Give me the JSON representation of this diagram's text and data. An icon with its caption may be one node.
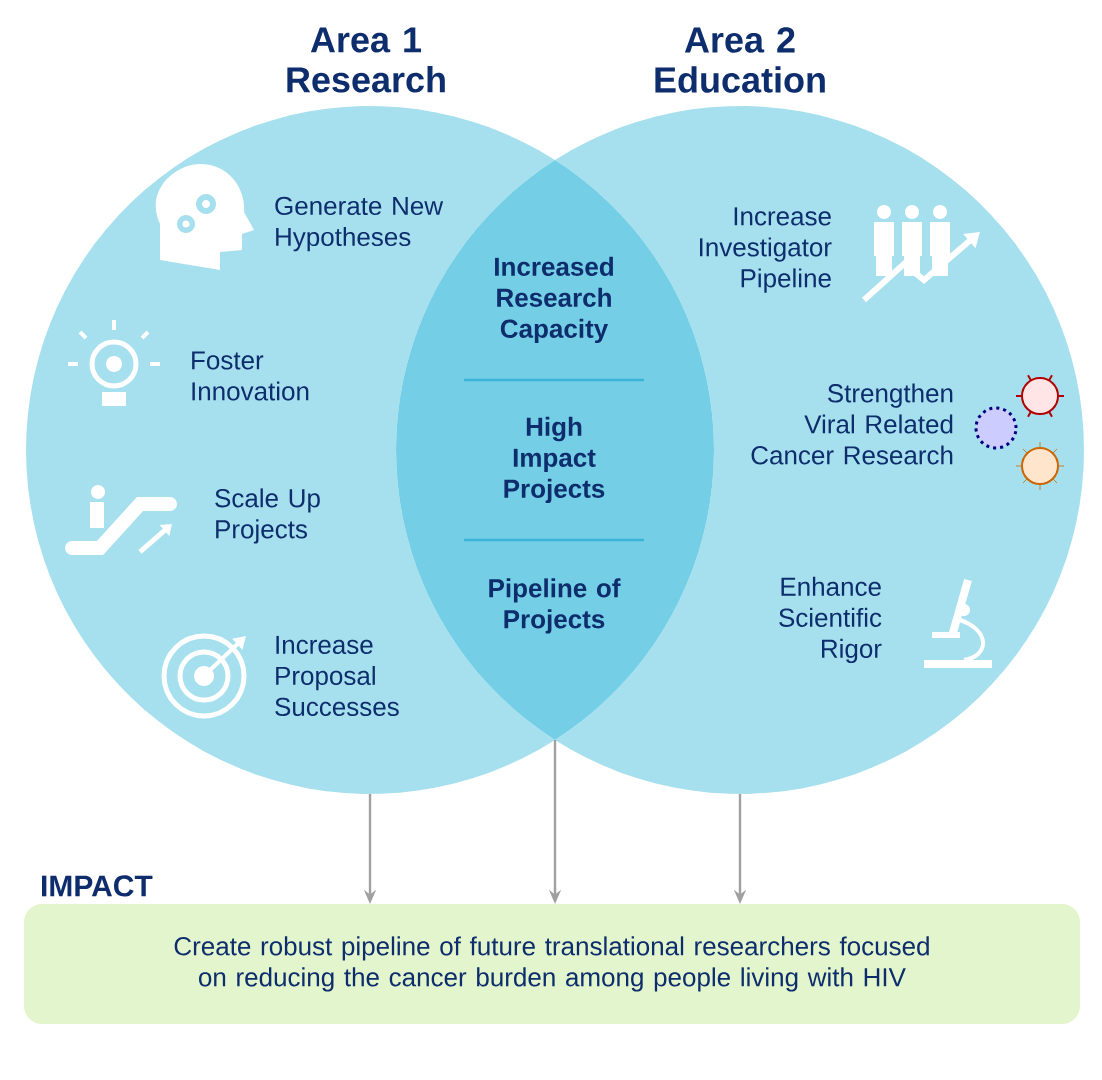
{
  "diagram": {
    "nodes": [
      {
        "text": [
          "Area 1 Research",
          "Generate New Hypotheses",
          "Foster Innovation",
          "Scale Up Projects",
          "Increase Proposal Successes"
        ]
      },
      {
        "text": [
          "Area 2 Education",
          "Increase Investigator Pipeline",
          "Strengthen Viral Related Cancer Research",
          "Enhance Scientific Rigor"
        ]
      },
      {
        "text": [
          "Increased Research Capacity",
          "High Impact Projects",
          "Pipeline of Projects"
        ]
      },
      {
        "text": [
          "IMPACT",
          "Create robust pipeline of future translational researchers focused on reducing the cancer burden among people living with HIV"
        ]
      }
    ],
    "edges": [
      {
        "from": 0,
        "to": 3,
        "arrow": "to"
      },
      {
        "from": 2,
        "to": 3,
        "arrow": "to"
      },
      {
        "from": 1,
        "to": 3,
        "arrow": "to"
      }
    ]
  }
}
